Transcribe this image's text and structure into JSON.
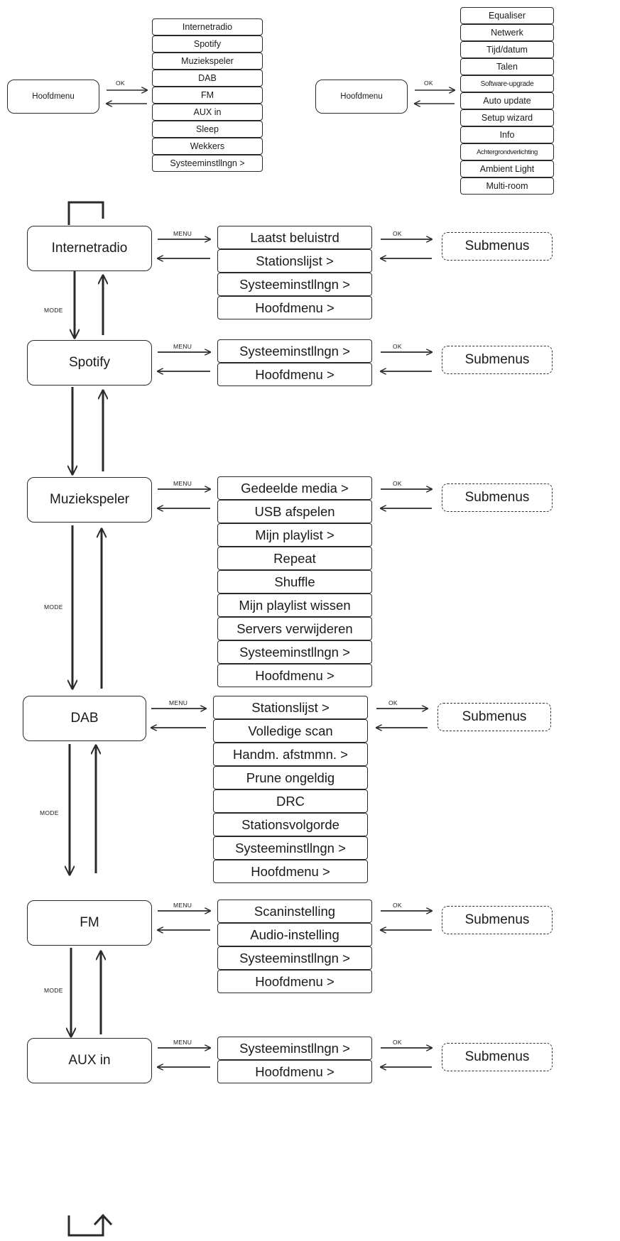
{
  "top_left": {
    "root": "Hoofdmenu",
    "edge_label": "OK",
    "items": [
      "Internetradio",
      "Spotify",
      "Muziekspeler",
      "DAB",
      "FM",
      "AUX in",
      "Sleep",
      "Wekkers",
      "Systeeminstllngn >"
    ]
  },
  "top_right": {
    "root": "Hoofdmenu",
    "edge_label": "OK",
    "items": [
      "Equaliser",
      "Netwerk",
      "Tijd/datum",
      "Talen",
      "Software-upgrade",
      "Auto update",
      "Setup wizard",
      "Info",
      "Achtergrondverlichting",
      "Ambient Light",
      "Multi-room"
    ]
  },
  "labels": {
    "menu": "MENU",
    "ok": "OK",
    "mode": "MODE",
    "submenus": "Submenus"
  },
  "modes": [
    {
      "name": "Internetradio",
      "items": [
        "Laatst beluistrd",
        "Stationslijst >",
        "Systeeminstllngn >",
        "Hoofdmenu >"
      ]
    },
    {
      "name": "Spotify",
      "items": [
        "Systeeminstllngn >",
        "Hoofdmenu >"
      ]
    },
    {
      "name": "Muziekspeler",
      "items": [
        "Gedeelde media >",
        "USB afspelen",
        "Mijn playlist >",
        "Repeat",
        "Shuffle",
        "Mijn playlist wissen",
        "Servers verwijderen",
        "Systeeminstllngn >",
        "Hoofdmenu >"
      ]
    },
    {
      "name": "DAB",
      "items": [
        "Stationslijst >",
        "Volledige scan",
        "Handm. afstmmn. >",
        "Prune ongeldig",
        "DRC",
        "Stationsvolgorde",
        "Systeeminstllngn >",
        "Hoofdmenu >"
      ]
    },
    {
      "name": "FM",
      "items": [
        "Scaninstelling",
        "Audio-instelling",
        "Systeeminstllngn >",
        "Hoofdmenu >"
      ]
    },
    {
      "name": "AUX in",
      "items": [
        "Systeeminstllngn >",
        "Hoofdmenu >"
      ]
    }
  ]
}
